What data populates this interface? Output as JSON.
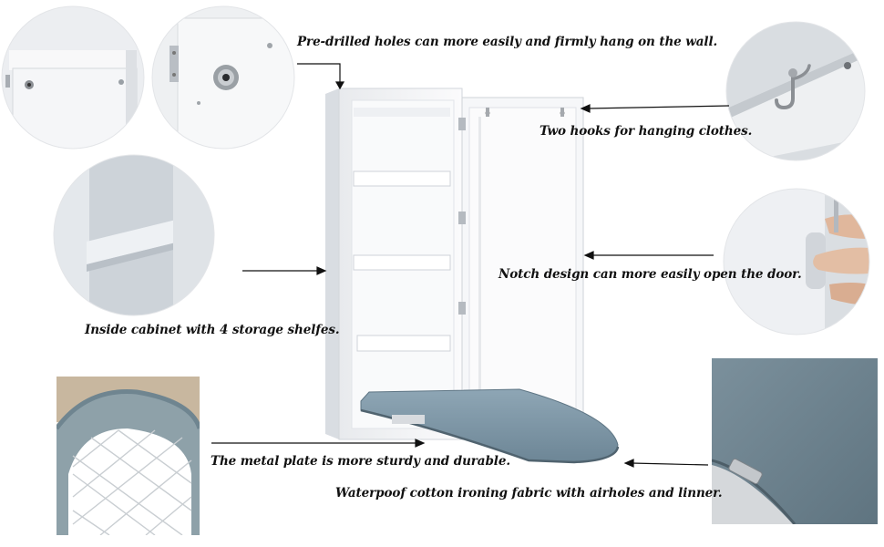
{
  "captions": {
    "pre_drilled": "Pre-drilled holes can more easily and firmly hang on the wall.",
    "two_hooks": "Two hooks for hanging clothes.",
    "notch": "Notch design can more easily open the door.",
    "inside_cabinet": "Inside cabinet with 4 storage shelfes.",
    "metal_plate": "The metal plate is more sturdy and durable.",
    "fabric": "Waterpoof cotton ironing fabric with airholes and linner."
  },
  "colors": {
    "cabinet_white": "#f4f5f7",
    "board_fabric": "#7f98a8",
    "arrow": "#111111"
  }
}
